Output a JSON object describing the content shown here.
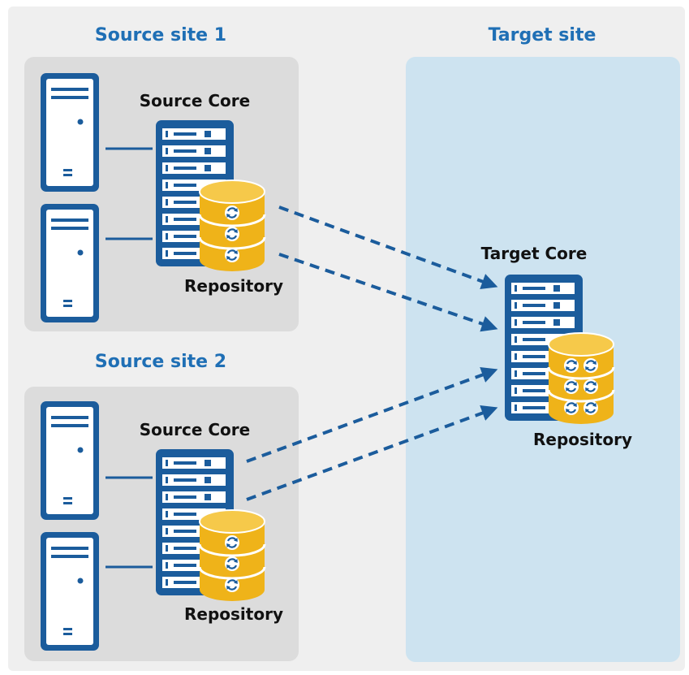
{
  "sites": {
    "source1": {
      "title": "Source site 1",
      "core_label": "Source Core",
      "repository_label": "Repository"
    },
    "source2": {
      "title": "Source site 2",
      "core_label": "Source Core",
      "repository_label": "Repository"
    },
    "target": {
      "title": "Target site",
      "core_label": "Target Core",
      "repository_label": "Repository"
    }
  },
  "colors": {
    "outer_background": "#efefef",
    "source_panel": "#dcdcdc",
    "target_panel": "#cde3f0",
    "server_blue": "#1b5c9c",
    "server_fill": "#ffffff",
    "repository_gold": "#efb319",
    "repository_dark": "#d89a0c",
    "site_title": "#1f6fb5",
    "arrow": "#1b5c9c"
  },
  "icons": {
    "machine": "tower-server-icon",
    "core": "rack-server-icon",
    "repository": "database-icon",
    "sync": "sync-icon"
  }
}
